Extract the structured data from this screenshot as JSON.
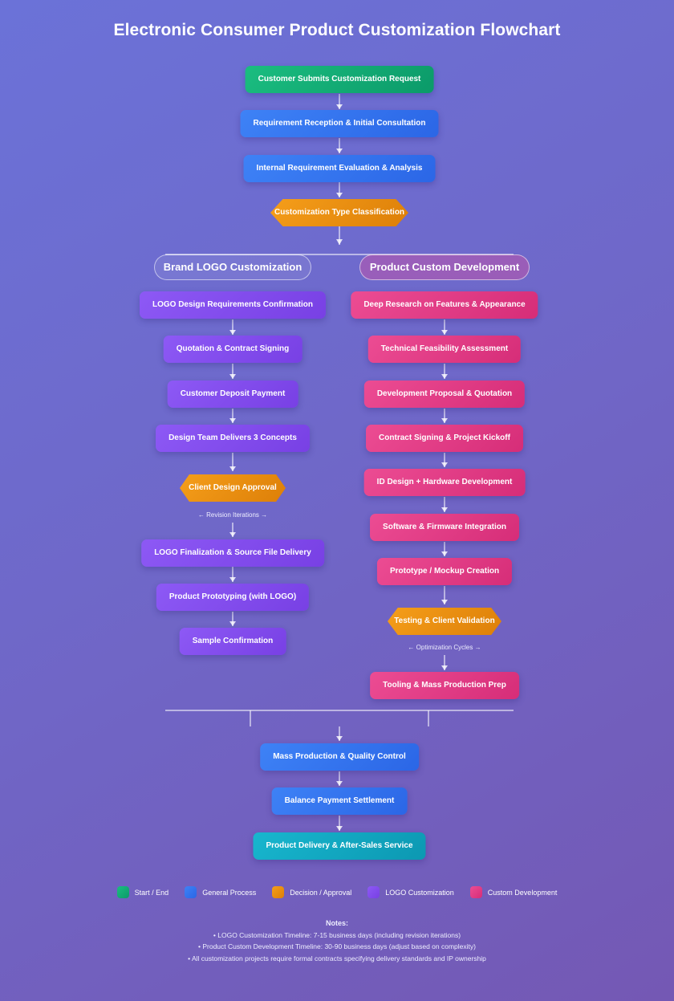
{
  "title": "Electronic Consumer Product Customization Flowchart",
  "main_flow": {
    "start": "Customer Submits Customization Request",
    "step1": "Requirement Reception & Initial Consultation",
    "step2": "Internal Requirement Evaluation & Analysis",
    "decision": "Customization Type Classification"
  },
  "left_branch": {
    "header": "Brand LOGO Customization",
    "steps": [
      "LOGO Design Requirements Confirmation",
      "Quotation & Contract Signing",
      "Customer Deposit Payment",
      "Design Team Delivers 3 Concepts"
    ],
    "decision": "Client Design Approval",
    "loop_note": "← Revision Iterations →",
    "after_steps": [
      "LOGO Finalization & Source File Delivery",
      "Product Prototyping (with LOGO)",
      "Sample Confirmation"
    ]
  },
  "right_branch": {
    "header": "Product Custom Development",
    "steps": [
      "Deep Research on Features & Appearance",
      "Technical Feasibility Assessment",
      "Development Proposal & Quotation",
      "Contract Signing & Project Kickoff",
      "ID Design + Hardware Development",
      "Software & Firmware Integration",
      "Prototype / Mockup Creation"
    ],
    "decision": "Testing & Client Validation",
    "loop_note": "← Optimization Cycles →",
    "after_step": "Tooling & Mass Production Prep"
  },
  "final_flow": [
    "Mass Production & Quality Control",
    "Balance Payment Settlement",
    "Product Delivery & After-Sales Service"
  ],
  "legend": [
    {
      "label": "Start / End",
      "color": "#10b981"
    },
    {
      "label": "General Process",
      "color": "#3b82f6"
    },
    {
      "label": "Decision / Approval",
      "color": "#f59e0b"
    },
    {
      "label": "LOGO Customization",
      "color": "#8b5cf6"
    },
    {
      "label": "Custom Development",
      "color": "#ec4899"
    }
  ],
  "notes": {
    "heading": "Notes:",
    "lines": [
      "• LOGO Customization Timeline: 7-15 business days (including revision iterations)",
      "• Product Custom Development Timeline: 30-90 business days (adjust based on complexity)",
      "• All customization projects require formal contracts specifying delivery standards and IP ownership"
    ]
  }
}
